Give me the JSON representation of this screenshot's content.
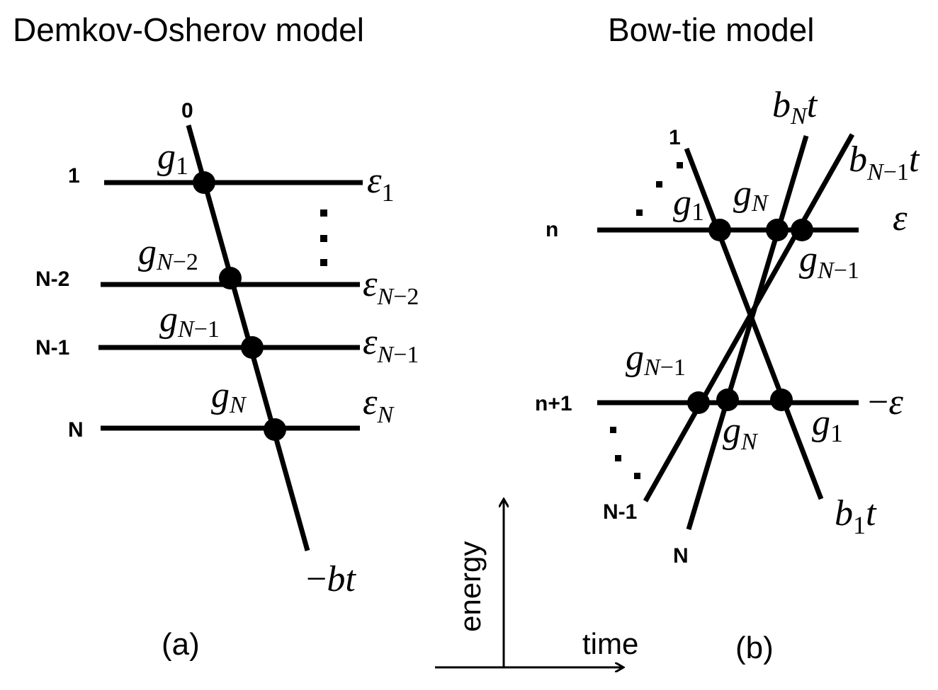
{
  "titles": {
    "left": "Demkov-Osherov model",
    "right": "Bow-tie model"
  },
  "left": {
    "levels": [
      "0",
      "1",
      "N-2",
      "N-1",
      "N"
    ],
    "couplings": {
      "g1": {
        "base": "g",
        "sub": "1"
      },
      "gN2": {
        "base": "g",
        "sub": "N",
        "op": "−",
        "num": "2"
      },
      "gN1": {
        "base": "g",
        "sub": "N",
        "op": "−",
        "num": "1"
      },
      "gN": {
        "base": "g",
        "sub": "N"
      }
    },
    "energies": {
      "e1": {
        "base": "ε",
        "sub": "1"
      },
      "eN2": {
        "base": "ε",
        "sub": "N",
        "op": "−",
        "num": "2"
      },
      "eN1": {
        "base": "ε",
        "sub": "N",
        "op": "−",
        "num": "1"
      },
      "eN": {
        "base": "ε",
        "sub": "N"
      }
    },
    "slope": {
      "minus": "−",
      "text": "bt"
    },
    "caption": "(a)"
  },
  "right": {
    "levels": [
      "1",
      "n",
      "n+1",
      "N-1",
      "N"
    ],
    "slopes": {
      "bN": {
        "base": "b",
        "sub": "N",
        "t": "t"
      },
      "bN1": {
        "base": "b",
        "sub": "N",
        "op": "−",
        "num": "1",
        "t": "t"
      },
      "b1": {
        "base": "b",
        "sub": "1",
        "t": "t"
      }
    },
    "couplings": {
      "g1_top": {
        "base": "g",
        "sub": "1"
      },
      "gN_top": {
        "base": "g",
        "sub": "N"
      },
      "gN1_top": {
        "base": "g",
        "sub": "N",
        "op": "−",
        "num": "1"
      },
      "gN1_bot": {
        "base": "g",
        "sub": "N",
        "op": "−",
        "num": "1"
      },
      "gN_bot": {
        "base": "g",
        "sub": "N"
      },
      "g1_bot": {
        "base": "g",
        "sub": "1"
      }
    },
    "energies": {
      "eps": "ε",
      "neg_eps": {
        "minus": "−",
        "eps": "ε"
      }
    },
    "caption": "(b)"
  },
  "axes": {
    "y_label": "energy",
    "x_label": "time"
  }
}
